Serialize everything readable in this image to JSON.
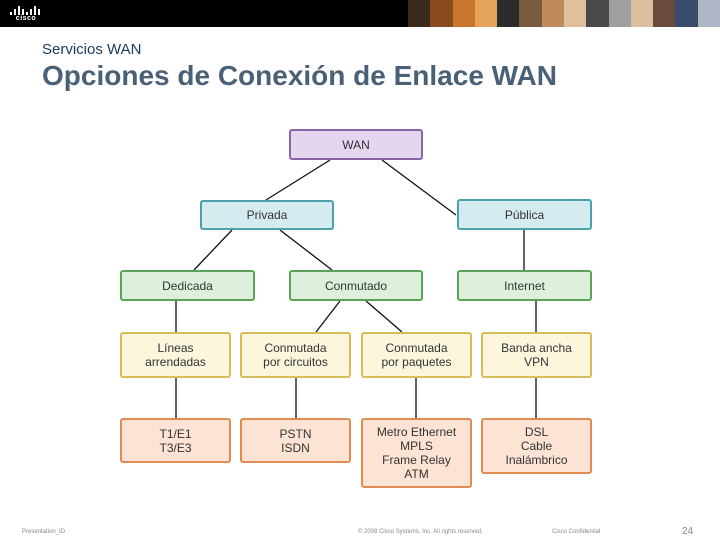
{
  "header": {
    "logo_text": "cisco",
    "photo_colors": [
      "#3a2a1c",
      "#8a4a1e",
      "#c8762e",
      "#e6a35c",
      "#2b2b2b",
      "#7a5a3e",
      "#c08a5a",
      "#e0c09a",
      "#4a4a4a",
      "#a0a0a0",
      "#d8c0a0",
      "#6a4a3a",
      "#3a4a6a",
      "#b0b8c8"
    ]
  },
  "subtitle": "Servicios WAN",
  "title": "Opciones de Conexión de Enlace WAN",
  "diagram": {
    "root": "WAN",
    "privada": "Privada",
    "publica": "Pública",
    "dedicada": "Dedicada",
    "conmutado": "Conmutado",
    "internet": "Internet",
    "lineas": "Líneas\narrendadas",
    "circuitos": "Conmutada\npor circuitos",
    "paquetes": "Conmutada\npor paquetes",
    "banda": "Banda ancha\nVPN",
    "t1e1": "T1/E1\nT3/E3",
    "pstn": "PSTN\nISDN",
    "metro": "Metro Ethernet\nMPLS\nFrame Relay\nATM",
    "dsl": "DSL\nCable\nInalámbrico"
  },
  "footer": {
    "left": "Presentation_ID",
    "center": "© 2008 Cisco Systems, Inc. All rights reserved.",
    "right": "Cisco Confidential",
    "page": "24"
  }
}
